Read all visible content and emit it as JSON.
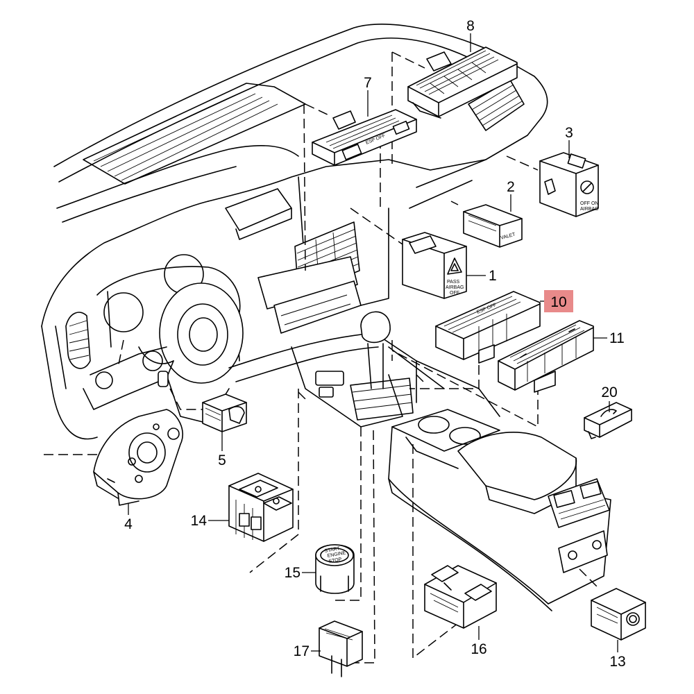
{
  "callouts": [
    {
      "id": "1",
      "label": "1"
    },
    {
      "id": "2",
      "label": "2"
    },
    {
      "id": "3",
      "label": "3"
    },
    {
      "id": "4",
      "label": "4"
    },
    {
      "id": "5",
      "label": "5"
    },
    {
      "id": "7",
      "label": "7"
    },
    {
      "id": "8",
      "label": "8"
    },
    {
      "id": "10",
      "label": "10",
      "highlighted": true
    },
    {
      "id": "11",
      "label": "11"
    },
    {
      "id": "13",
      "label": "13"
    },
    {
      "id": "14",
      "label": "14"
    },
    {
      "id": "15",
      "label": "15"
    },
    {
      "id": "16",
      "label": "16"
    },
    {
      "id": "17",
      "label": "17"
    },
    {
      "id": "20",
      "label": "20"
    }
  ],
  "part_text": {
    "esp_off_a": "ESP OFF",
    "esp_off_b": "ESP OFF",
    "valet": "VALET",
    "pass_airbag_1": "PASS",
    "pass_airbag_2": "AIRBAG",
    "pass_airbag_3": "OFF",
    "start_1": "START",
    "start_2": "ENGINE",
    "start_3": "STOP",
    "off_on_1": "OFF ON",
    "off_on_2": "AIRBAG"
  },
  "colors": {
    "highlight": "#e88a8a",
    "line": "#000000",
    "background": "#ffffff"
  }
}
